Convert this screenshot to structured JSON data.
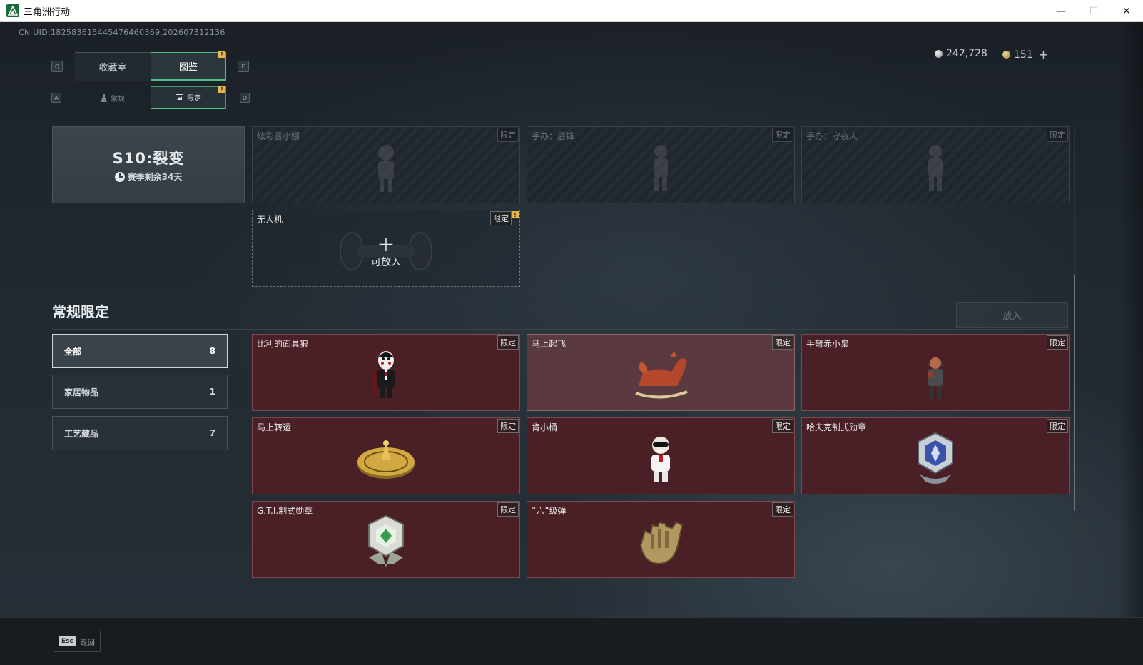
{
  "window": {
    "title": "三角洲行动",
    "controls": {
      "minimize": "—",
      "maximize": "☐",
      "close": "✕"
    }
  },
  "uid": "CN UID:182583615445476460369,202607312136",
  "currency": {
    "silver": "242,728",
    "gold": "151",
    "add": "+"
  },
  "main_tabs": {
    "prev_key": "Q",
    "next_key": "E",
    "items": [
      {
        "label": "收藏室"
      },
      {
        "label": "图鉴"
      }
    ],
    "badge": "!"
  },
  "sub_tabs": {
    "prev_key": "A",
    "next_key": "D",
    "items": [
      {
        "label": "常规"
      },
      {
        "label": "限定"
      }
    ],
    "badge": "!"
  },
  "season": {
    "title": "S10:裂变",
    "remaining": "赛季剩余34天"
  },
  "featured": [
    {
      "name": "炫彩露小娜",
      "tag": "限定"
    },
    {
      "name": "手办：盾蜂",
      "tag": "限定"
    },
    {
      "name": "手办：守夜人",
      "tag": "限定"
    },
    {
      "name": "无人机",
      "tag": "限定",
      "hint": "可放入",
      "plus": "+",
      "badge": "!"
    }
  ],
  "section": {
    "title": "常规限定",
    "put_button": "放入"
  },
  "filters": [
    {
      "label": "全部",
      "count": "8"
    },
    {
      "label": "家居物品",
      "count": "1"
    },
    {
      "label": "工艺藏品",
      "count": "7"
    }
  ],
  "items": [
    {
      "name": "比利的面具狼",
      "tag": "限定",
      "icon": "puppet-figure-icon"
    },
    {
      "name": "马上起飞",
      "tag": "限定",
      "icon": "rocking-horse-icon"
    },
    {
      "name": "手弩赤小枭",
      "tag": "限定",
      "icon": "hooded-figure-icon"
    },
    {
      "name": "马上转运",
      "tag": "限定",
      "icon": "gold-coin-icon"
    },
    {
      "name": "肯小桶",
      "tag": "限定",
      "icon": "colonel-figure-icon"
    },
    {
      "name": "哈夫克制式勋章",
      "tag": "限定",
      "icon": "haavk-medal-icon"
    },
    {
      "name": "G.T.I.制式勋章",
      "tag": "限定",
      "icon": "gti-medal-icon"
    },
    {
      "name": "“六”级弹",
      "tag": "限定",
      "icon": "bullet-hand-icon"
    }
  ],
  "footer": {
    "esc_key": "Esc",
    "esc_label": "返回"
  },
  "colors": {
    "accent": "#4fbf8a",
    "item_bg": "#4a2026",
    "badge": "#e6b84a"
  }
}
